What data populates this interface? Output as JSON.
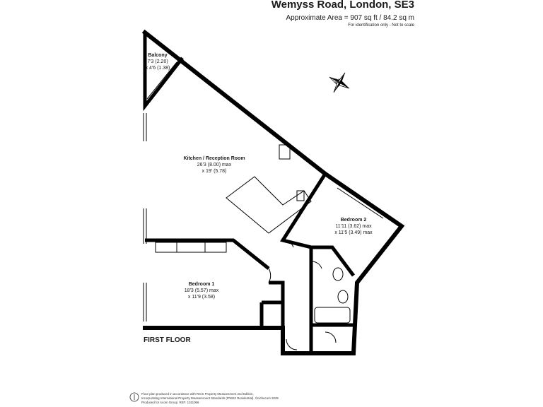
{
  "header": {
    "title": "Wemyss Road, London, SE3",
    "area": "Approximate Area = 907 sq ft / 84.2 sq m",
    "note": "For identification only - Not to scale"
  },
  "rooms": {
    "balcony": {
      "name": "Balcony",
      "dim1": "7'3 (2.20)",
      "dim2": "x 4'6 (1.38)"
    },
    "kitchen": {
      "name": "Kitchen / Reception Room",
      "dim1": "26'3 (8.00) max",
      "dim2": "x 19' (5.78)"
    },
    "bedroom2": {
      "name": "Bedroom 2",
      "dim1": "11'11 (3.62) max",
      "dim2": "x 11'5 (3.49) max"
    },
    "bedroom1": {
      "name": "Bedroom 1",
      "dim1": "18'3 (5.57) max",
      "dim2": "x 11'9 (3.58)"
    }
  },
  "floor_label": "FIRST FLOOR",
  "compass": {
    "label": "N"
  },
  "footer": {
    "line1": "Floor plan produced in accordance with RICS Property Measurement 2nd Edition,",
    "line2": "Incorporating International Property Measurement Standards (IPMS2 Residential). ©nichecom 2025",
    "line3": "Produced for Acorn Group.  REF: 1311066"
  }
}
